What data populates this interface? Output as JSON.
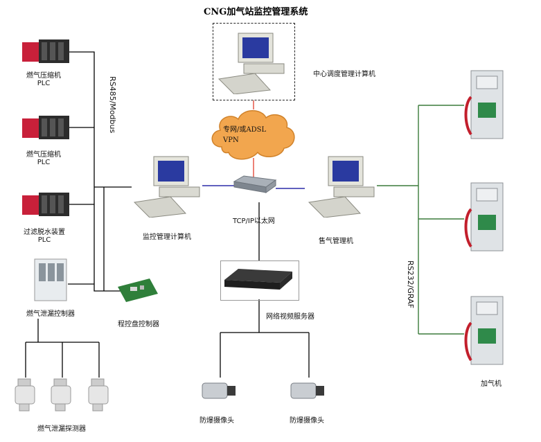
{
  "title": "CNG加气站监控管理系统",
  "plc1": {
    "line1": "燃气压缩机",
    "line2": "PLC"
  },
  "plc2": {
    "line1": "燃气压缩机",
    "line2": "PLC"
  },
  "plc3": {
    "line1": "过滤脱水装置",
    "line2": "PLC"
  },
  "leak_controller": "燃气泄漏控制器",
  "leak_detectors": "燃气泄漏探测器",
  "bus_label": "RS485/Modbus",
  "program_controller": "程控盘控制器",
  "monitor_pc": "监控管理计算机",
  "central_pc": "中心调度管理计算机",
  "cloud": {
    "line1": "专网/或ADSL",
    "line2": "VPN"
  },
  "network": "TCP/IP以太网",
  "sales_pc": "售气管理机",
  "video_server": "网络视频服务器",
  "camera1": "防爆摄像头",
  "camera2": "防爆摄像头",
  "rs232_label": "RS232/GRAF",
  "dispensers": "加气机",
  "colors": {
    "network_line": "#2b2ba8",
    "dispenser_line": "#3a7a3a",
    "cloud_fill": "#f2a64e",
    "wan_line": "#e34b3b"
  }
}
